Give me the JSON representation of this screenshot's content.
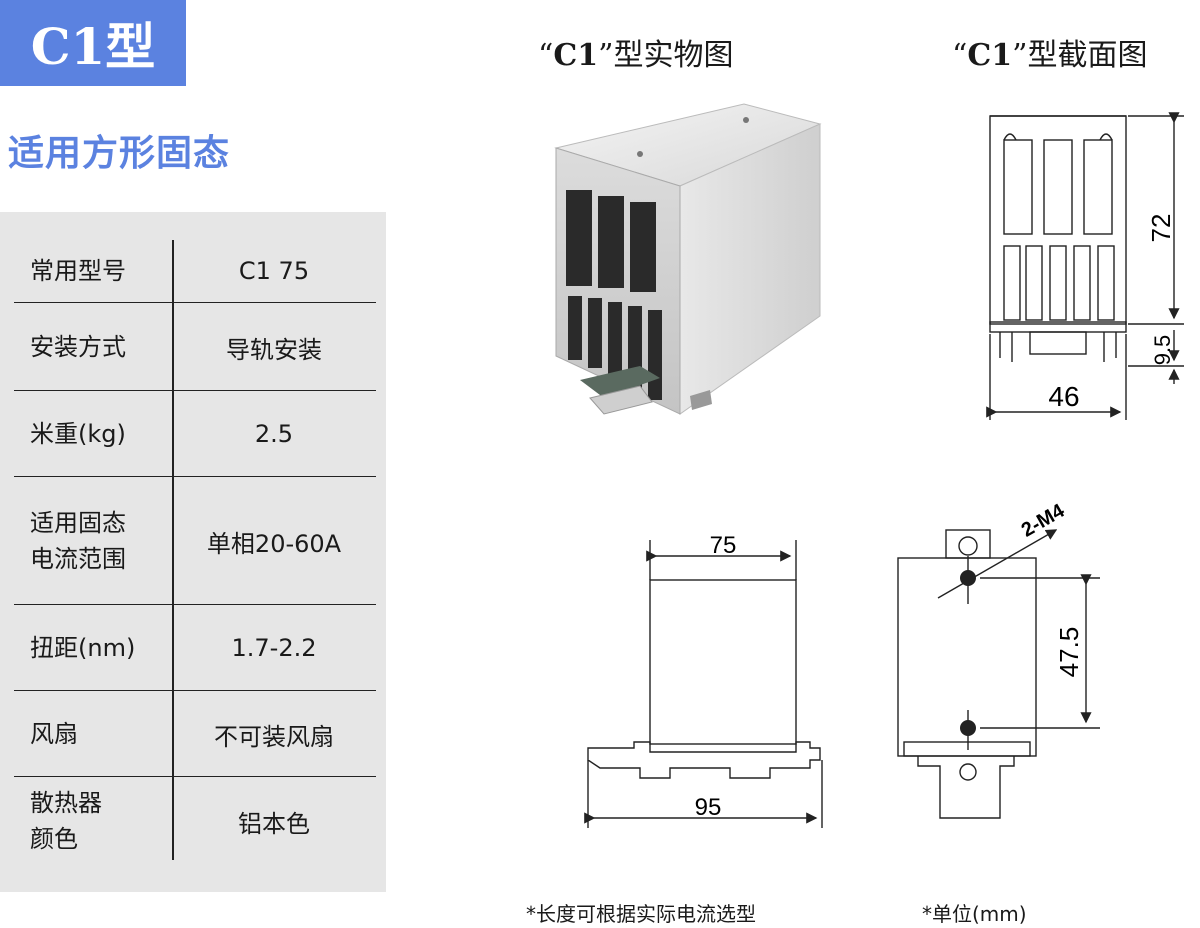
{
  "badge": "C1型",
  "subtitle": "适用方形固态",
  "spec": [
    {
      "key": "常用型号",
      "value": "C1 75"
    },
    {
      "key": "安装方式",
      "value": "导轨安装"
    },
    {
      "key": "米重(kg)",
      "value": "2.5"
    },
    {
      "key": "适用固态\n电流范围",
      "value": "单相20-60A"
    },
    {
      "key": "扭距(nm)",
      "value": "1.7-2.2"
    },
    {
      "key": "风扇",
      "value": "不可装风扇"
    },
    {
      "key": "散热器\n颜色",
      "value": "铝本色"
    }
  ],
  "photo_heading": {
    "quote_open": "“",
    "model": "C1",
    "quote_close": "”",
    "text": "型实物图"
  },
  "section_heading": {
    "quote_open": "“",
    "model": "C1",
    "quote_close": "”",
    "text": "型截面图"
  },
  "dims": {
    "section_height": "72",
    "section_rail": "9.5",
    "section_width": "46",
    "side_length": "75",
    "side_total": "95",
    "front_holes": "2-M4",
    "front_pitch": "47.5"
  },
  "notes": {
    "length_note": "*长度可根据实际电流选型",
    "unit_note": "*单位(mm)"
  },
  "colors": {
    "accent": "#5b82e0",
    "table_bg": "#e6e6e6"
  }
}
